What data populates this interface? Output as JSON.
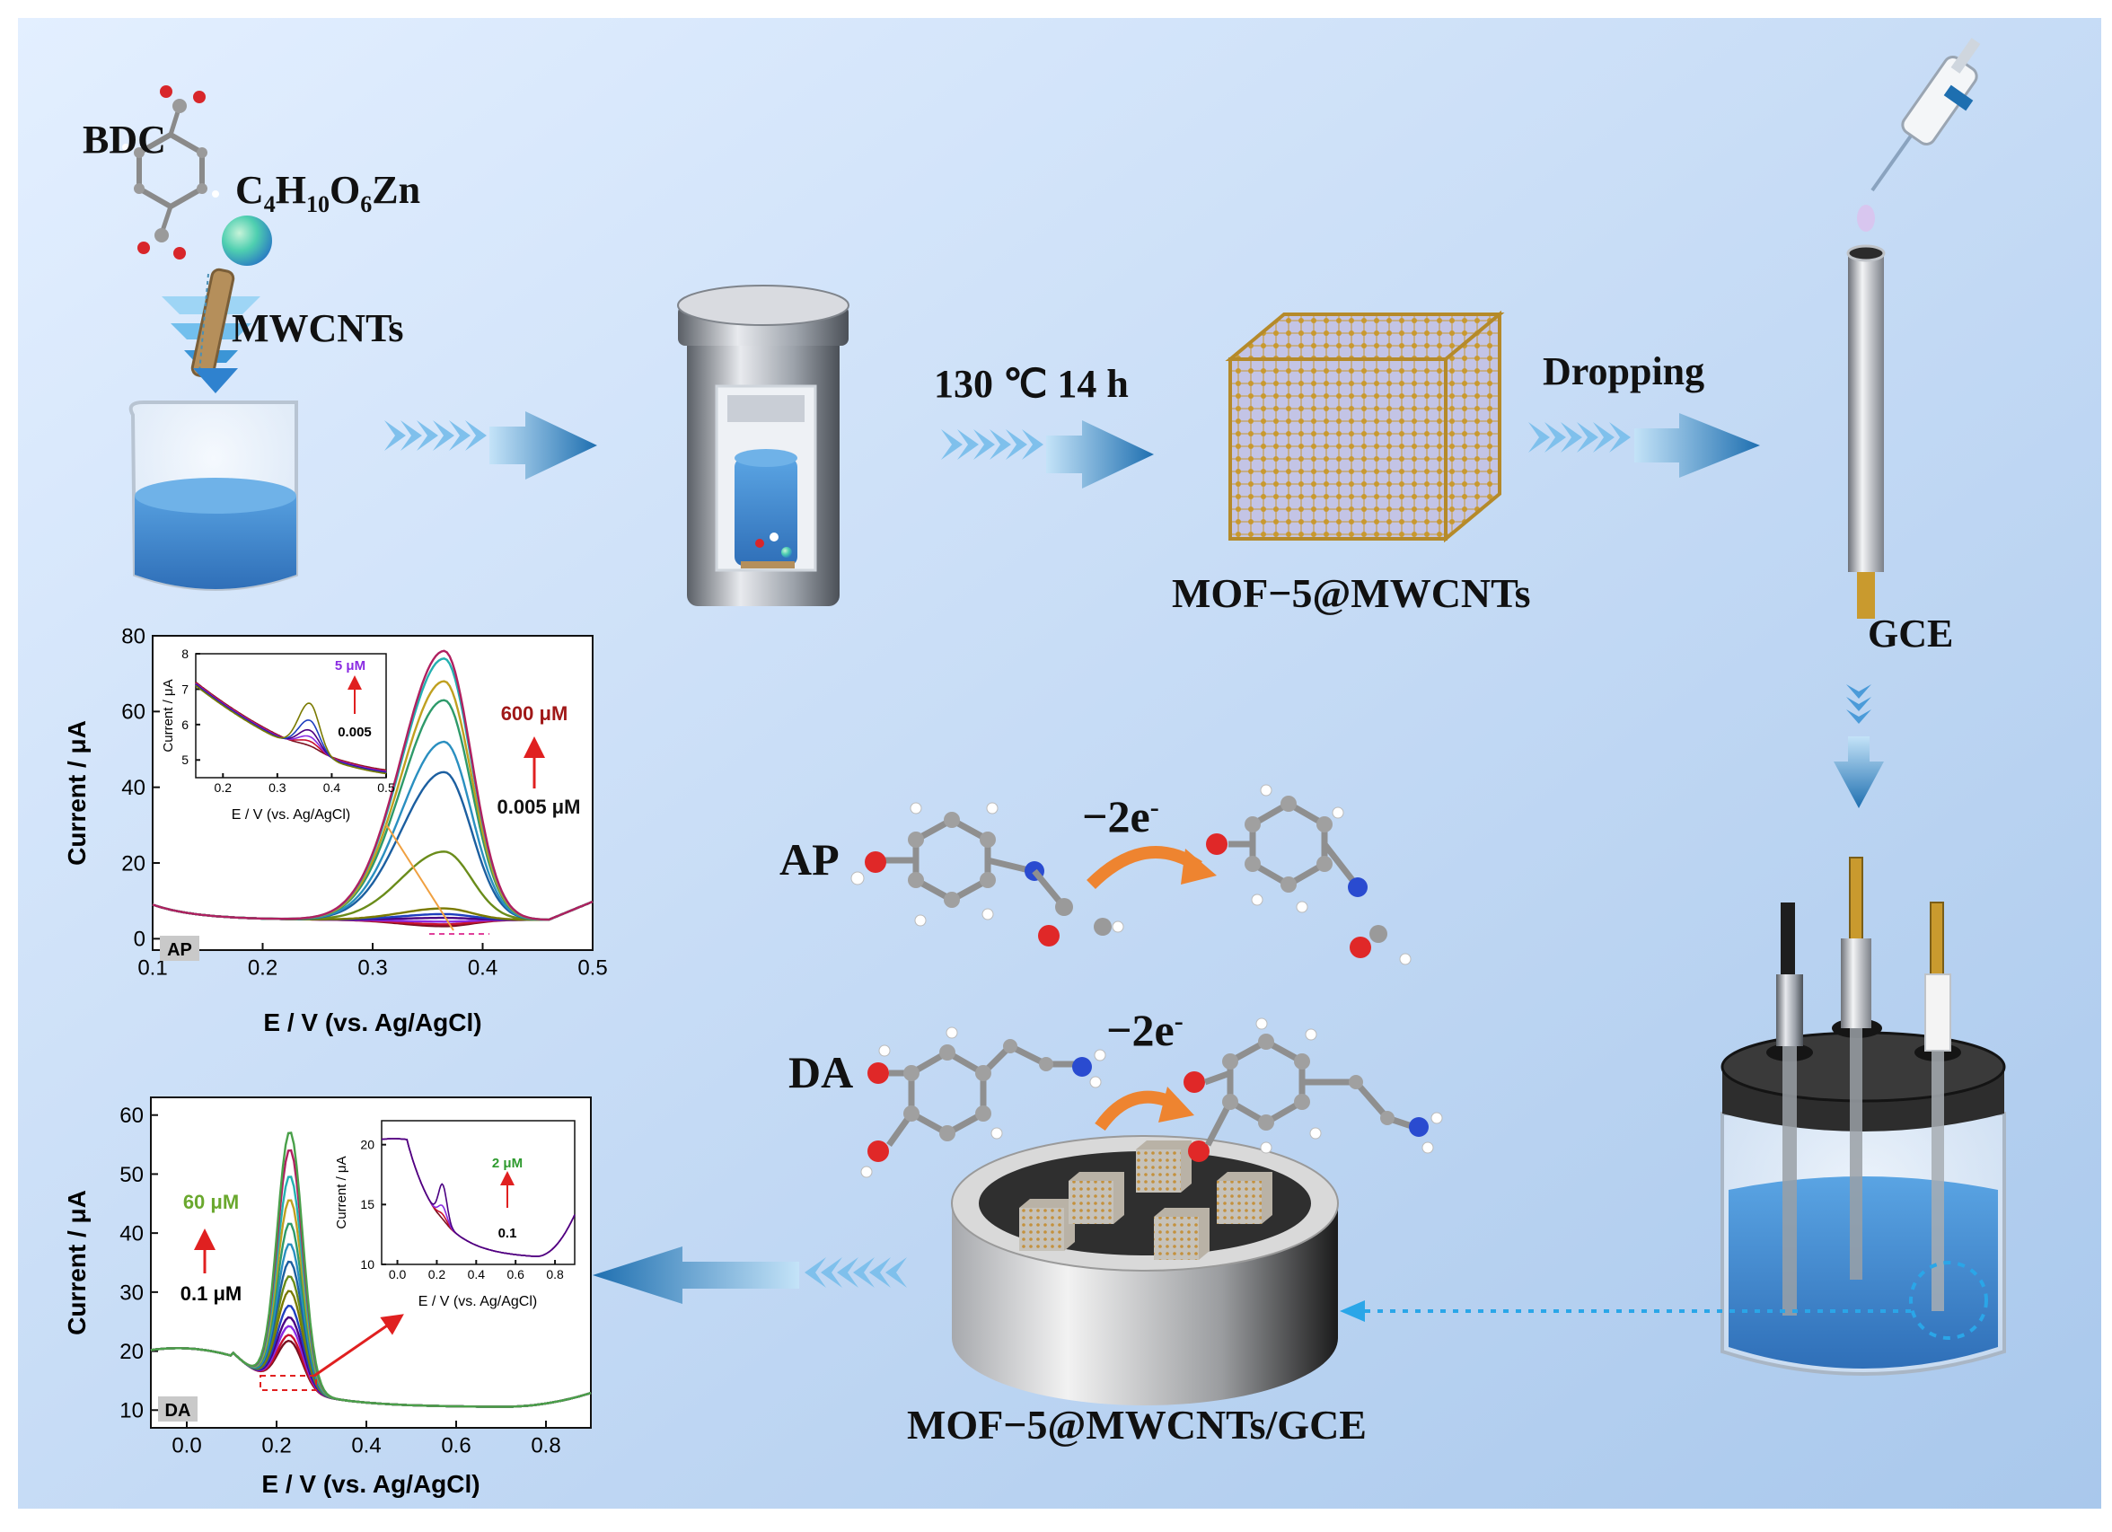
{
  "colors": {
    "bg_light": "#e3efff",
    "bg_dark": "#a9c8ec",
    "arrow_light": "#c4e3f8",
    "arrow_dark": "#1e6fb0",
    "water": "#3f8fd6",
    "gold": "#c99a2e",
    "mof_face": "#c3c4e6"
  },
  "labels": {
    "bdc": "BDC",
    "zn_c": "C",
    "zn_4": "4",
    "zn_h": "H",
    "zn_10": "10",
    "zn_o": "O",
    "zn_6": "6",
    "zn_zn": "Zn",
    "mwcnts": "MWCNTs",
    "condition": "130 ℃ 14 h",
    "dropping": "Dropping",
    "mof": "MOF−5@MWCNTs",
    "gce": "GCE",
    "ap": "AP",
    "da": "DA",
    "minus2e_1": "−2e",
    "minus2e_2": "−2e",
    "sup": "-",
    "electrode": "MOF−5@MWCNTs/GCE"
  },
  "chart_data": [
    {
      "type": "line",
      "panel": "AP",
      "xlabel": "E / V (vs. Ag/AgCl)",
      "ylabel": "Current / μA",
      "xlim": [
        0.1,
        0.5
      ],
      "ylim": [
        -3,
        80
      ],
      "xticks": [
        "0.1",
        "0.2",
        "0.3",
        "0.4",
        "0.5"
      ],
      "yticks": [
        "0",
        "20",
        "40",
        "60",
        "80"
      ],
      "peak_potential": 0.365,
      "peak_currents": [
        0.3,
        0.8,
        1.5,
        2.5,
        3.5,
        5,
        20,
        41,
        49,
        60,
        65,
        71,
        73
      ],
      "annotation_high": "600 μM",
      "annotation_low": "0.005 μM",
      "inset": {
        "xlabel": "E / V (vs. Ag/AgCl)",
        "ylabel": "Current / μA",
        "xlim": [
          0.15,
          0.5
        ],
        "ylim": [
          4.5,
          8
        ],
        "xticks": [
          "0.2",
          "0.3",
          "0.4",
          "0.5"
        ],
        "yticks": [
          "5",
          "6",
          "7",
          "8"
        ],
        "annotation_high": "5 μM",
        "annotation_low": "0.005"
      }
    },
    {
      "type": "line",
      "panel": "DA",
      "xlabel": "E / V (vs. Ag/AgCl)",
      "ylabel": "Current / μA",
      "xlim": [
        -0.08,
        0.9
      ],
      "ylim": [
        7,
        63
      ],
      "xticks": [
        "0.0",
        "0.2",
        "0.4",
        "0.6",
        "0.8"
      ],
      "yticks": [
        "10",
        "20",
        "30",
        "40",
        "50",
        "60"
      ],
      "peak_potential": 0.23,
      "peak_currents": [
        22,
        23,
        24.5,
        26,
        28,
        30.5,
        33,
        35.5,
        38.5,
        42,
        46,
        50,
        54.5,
        57.5
      ],
      "annotation_high": "60 μM",
      "annotation_low": "0.1 μM",
      "inset": {
        "xlabel": "E / V (vs. Ag/AgCl)",
        "ylabel": "Current / μA",
        "xlim": [
          -0.08,
          0.9
        ],
        "ylim": [
          10,
          22
        ],
        "xticks": [
          "0.0",
          "0.2",
          "0.4",
          "0.6",
          "0.8"
        ],
        "yticks": [
          "10",
          "15",
          "20"
        ],
        "annotation_high": "2 μM",
        "annotation_low": "0.1"
      }
    }
  ]
}
